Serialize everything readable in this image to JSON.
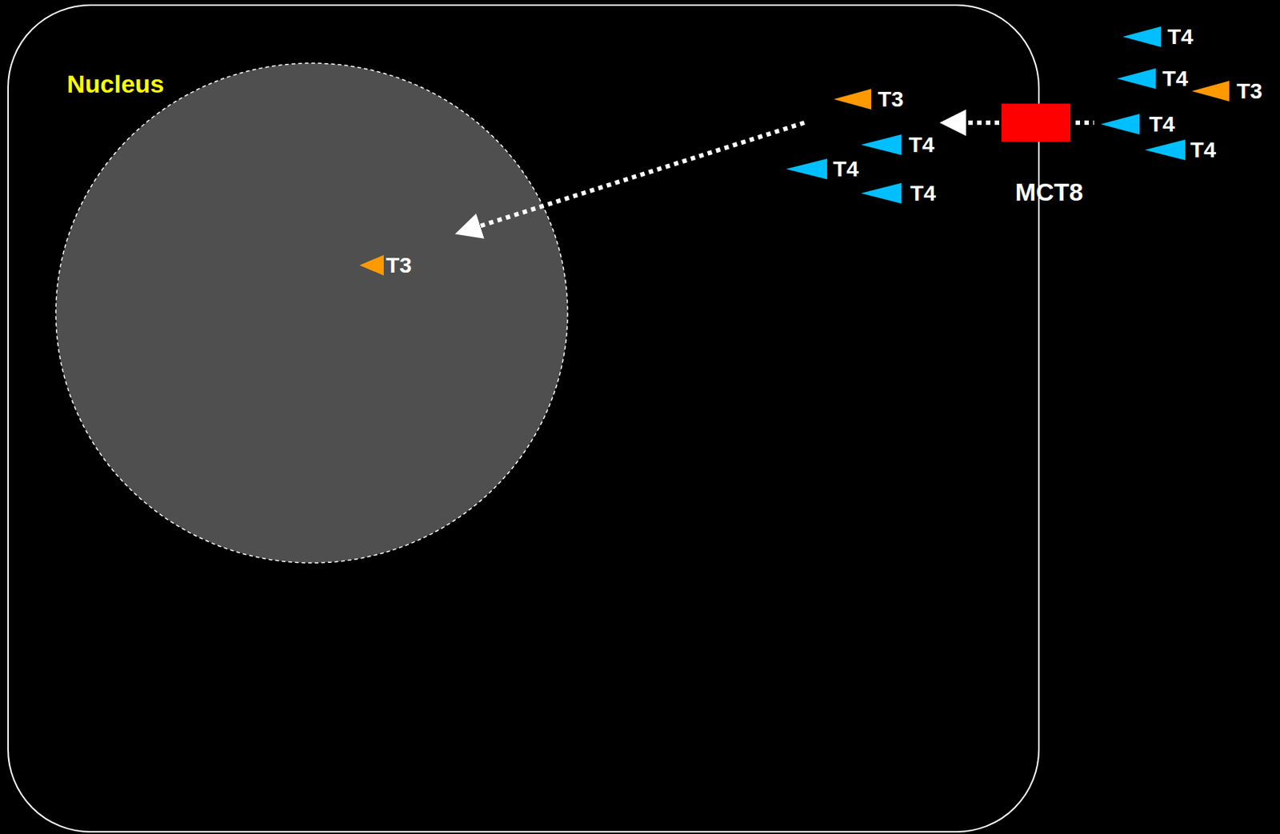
{
  "diagram": {
    "nodes": [
      {
        "text": [
          "Nucleus",
          "T3"
        ]
      },
      {
        "text": [
          "MCT8"
        ]
      }
    ],
    "labels": [
      "T4",
      "T4",
      "T3",
      "T3",
      "T4",
      "T4",
      "T4",
      "T4",
      "T4"
    ]
  }
}
